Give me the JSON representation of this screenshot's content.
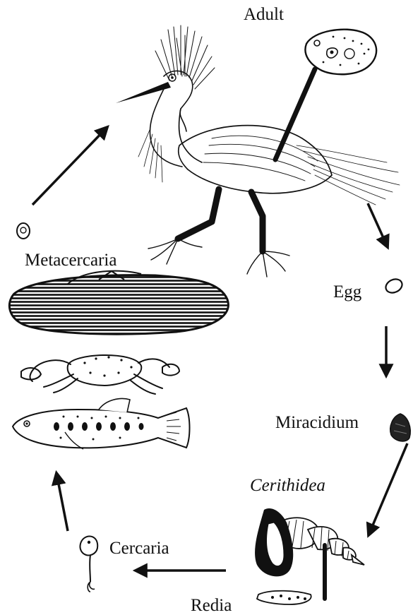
{
  "title": "",
  "labels": {
    "adult": "Adult",
    "egg": "Egg",
    "miracidium": "Miracidium",
    "cerithidea": "Cerithidea",
    "cercaria": "Cercaria",
    "redia": "Redia",
    "metacercaria": "Metacercaria"
  },
  "colors": {
    "ink": "#111111",
    "background": "#ffffff"
  }
}
